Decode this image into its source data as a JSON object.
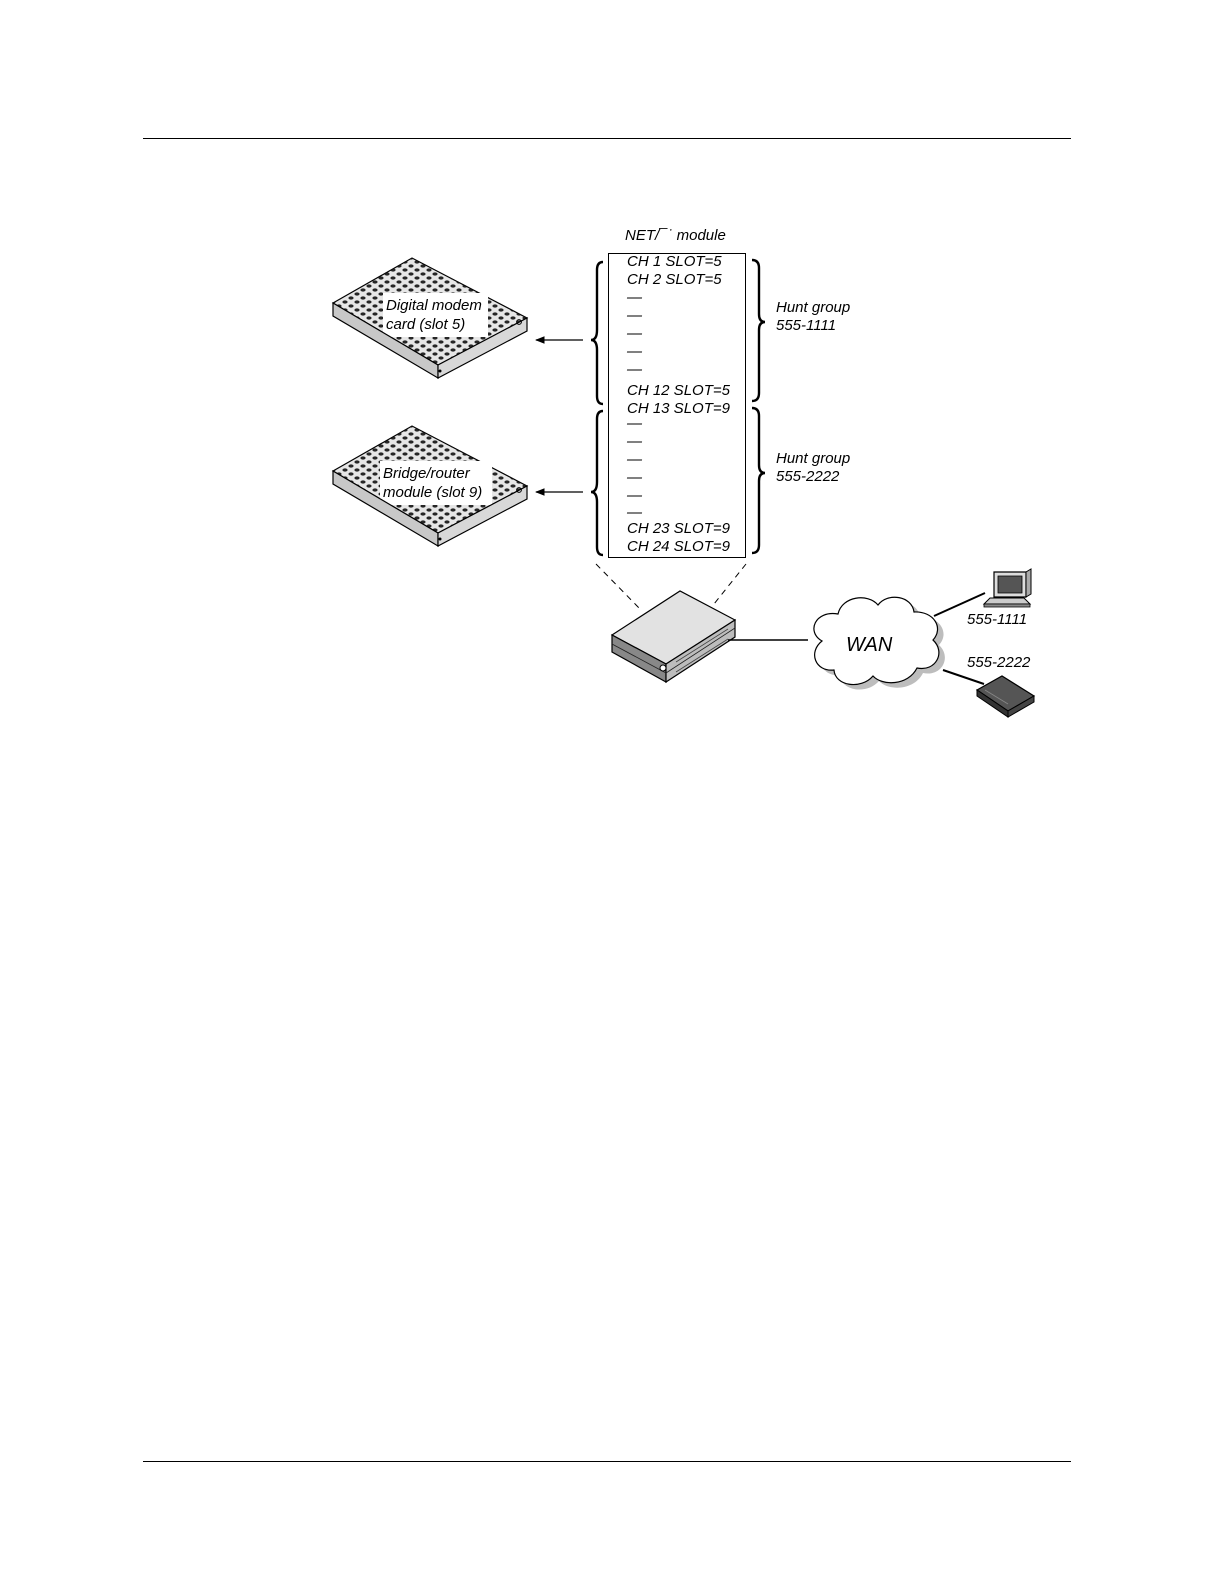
{
  "figure": {
    "net_module_label": "NET/¯˙ module",
    "channels": {
      "ch1": "CH 1 SLOT=5",
      "ch2": "CH 2 SLOT=5",
      "ch12": "CH 12 SLOT=5",
      "ch13": "CH 13 SLOT=9",
      "ch23": "CH 23 SLOT=9",
      "ch24": "CH 24 SLOT=9",
      "dash": "—"
    },
    "hunt_group_1": {
      "title": "Hunt group",
      "number": "555-1111"
    },
    "hunt_group_2": {
      "title": "Hunt group",
      "number": "555-2222"
    },
    "modem_card": {
      "line1": "Digital modem",
      "line2": "card (slot 5)"
    },
    "router_module": {
      "line1": "Bridge/router",
      "line2": "module (slot 9)"
    },
    "wan_label": "WAN",
    "remote_pc_number": "555-1111",
    "remote_router_number": "555-2222"
  }
}
